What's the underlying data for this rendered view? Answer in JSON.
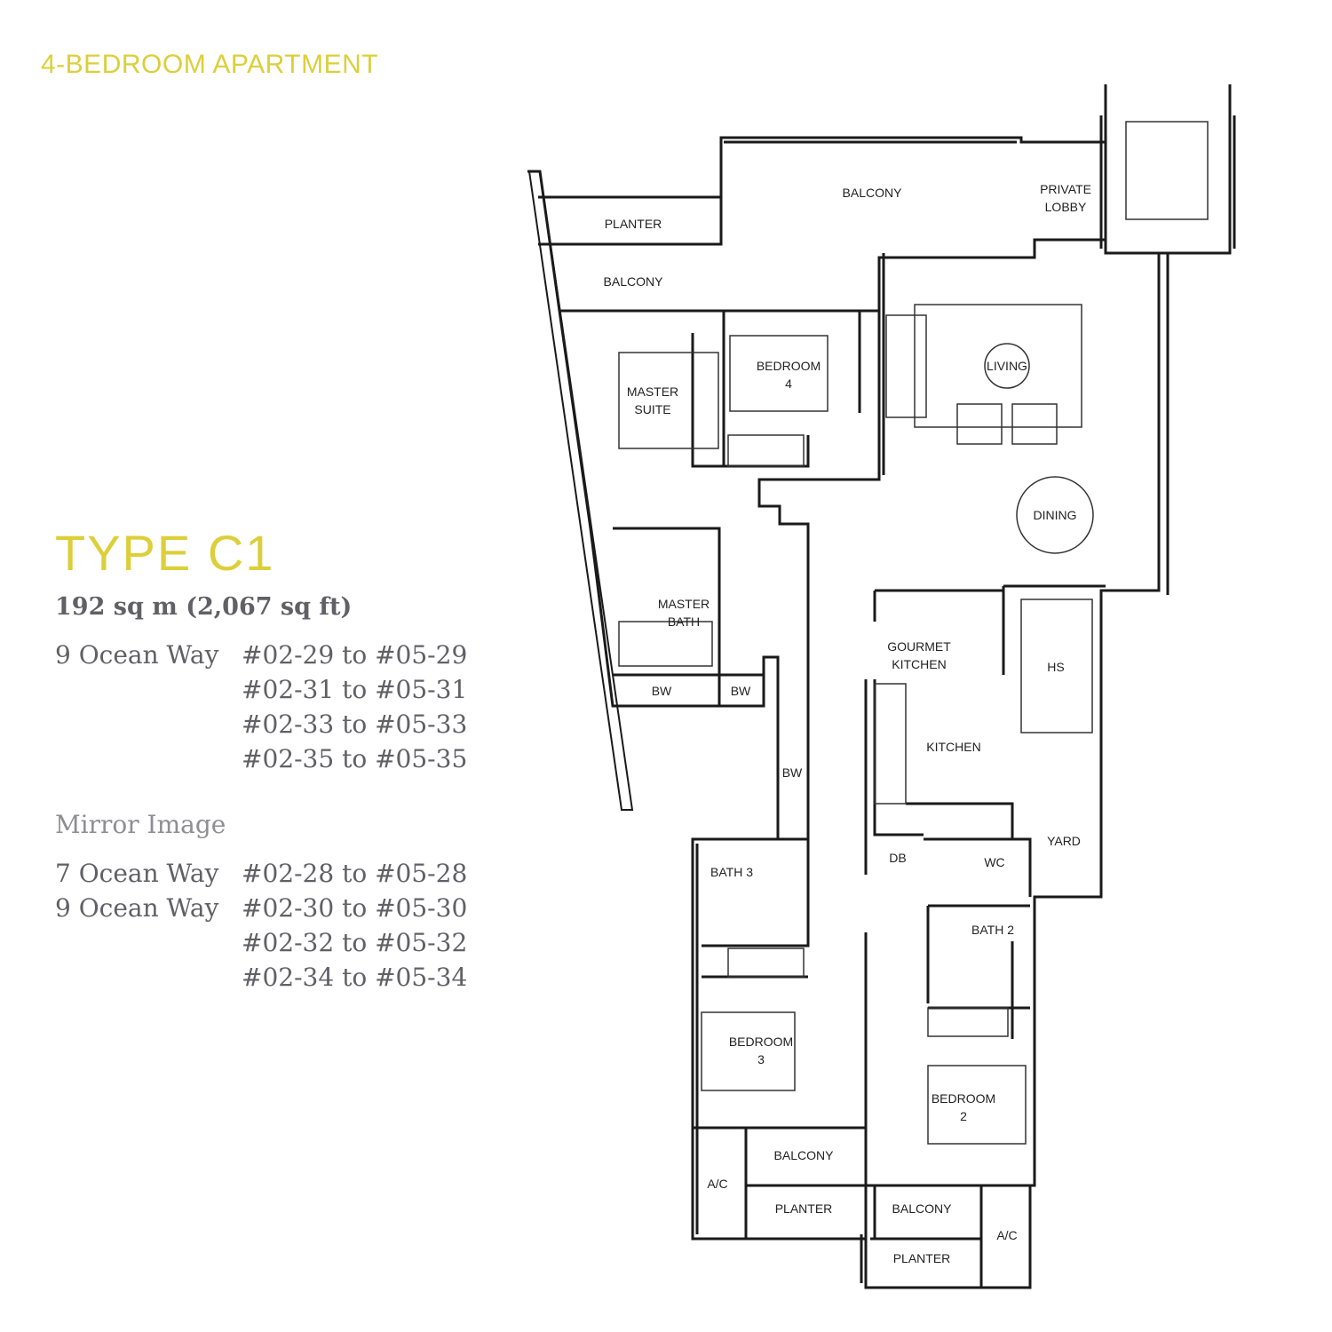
{
  "header": {
    "title": "4-BEDROOM APARTMENT"
  },
  "unit": {
    "type": "TYPE C1",
    "area": "192 sq m (2,067 sq ft)",
    "units": [
      {
        "address": "9 Ocean Way",
        "range": "#02-29 to #05-29"
      },
      {
        "address": "",
        "range": "#02-31 to #05-31"
      },
      {
        "address": "",
        "range": "#02-33 to #05-33"
      },
      {
        "address": "",
        "range": "#02-35 to #05-35"
      }
    ],
    "mirror_label": "Mirror Image",
    "mirror_units": [
      {
        "address": "7 Ocean Way",
        "range": "#02-28 to #05-28"
      },
      {
        "address": "9 Ocean Way",
        "range": "#02-30 to #05-30"
      },
      {
        "address": "",
        "range": "#02-32 to #05-32"
      },
      {
        "address": "",
        "range": "#02-34 to #05-34"
      }
    ]
  },
  "plan": {
    "rooms": {
      "balcony_top": "BALCONY",
      "private_lobby_1": "PRIVATE",
      "private_lobby_2": "LOBBY",
      "planter_top": "PLANTER",
      "balcony_left": "BALCONY",
      "master_suite_1": "MASTER",
      "master_suite_2": "SUITE",
      "bedroom4_1": "BEDROOM",
      "bedroom4_2": "4",
      "living": "LIVING",
      "dining": "DINING",
      "master_bath_1": "MASTER",
      "master_bath_2": "BATH",
      "bw_1": "BW",
      "bw_2": "BW",
      "bw_3": "BW",
      "gourmet_1": "GOURMET",
      "gourmet_2": "KITCHEN",
      "hs": "HS",
      "kitchen": "KITCHEN",
      "yard": "YARD",
      "db": "DB",
      "wc": "WC",
      "bath3": "BATH 3",
      "bath2": "BATH 2",
      "bedroom3_1": "BEDROOM",
      "bedroom3_2": "3",
      "bedroom2_1": "BEDROOM",
      "bedroom2_2": "2",
      "balcony_b1": "BALCONY",
      "balcony_b2": "BALCONY",
      "planter_b1": "PLANTER",
      "planter_b2": "PLANTER",
      "ac_1": "A/C",
      "ac_2": "A/C"
    }
  }
}
